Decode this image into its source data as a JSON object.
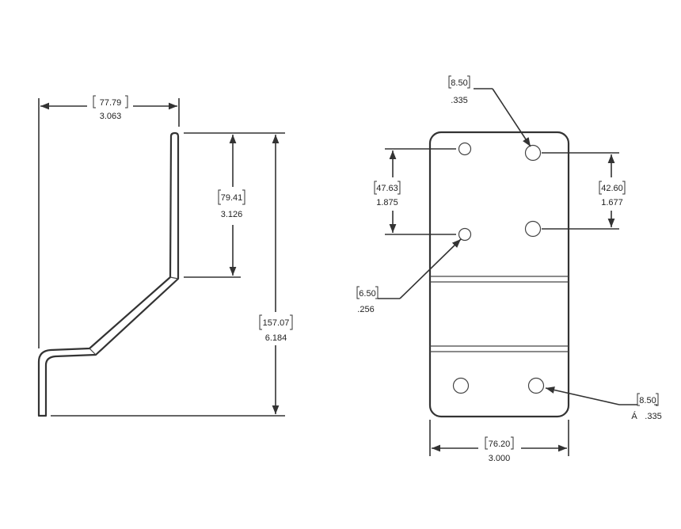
{
  "drawing": {
    "side_view": {
      "width": {
        "mm": "77.79",
        "in": "3.063"
      },
      "upper_height": {
        "mm": "79.41",
        "in": "3.126"
      },
      "total_height": {
        "mm": "157.07",
        "in": "6.184"
      }
    },
    "front_view": {
      "top_hole_dia": {
        "mm": "8.50",
        "in": ".335"
      },
      "left_hole_spacing": {
        "mm": "47.63",
        "in": "1.875"
      },
      "right_hole_spacing": {
        "mm": "42.60",
        "in": "1.677"
      },
      "small_hole_dia": {
        "mm": "6.50",
        "in": ".256"
      },
      "bottom_hole_dia": {
        "mm": "8.50",
        "in": ".335",
        "stray_mark": "Á"
      },
      "width": {
        "mm": "76.20",
        "in": "3.000"
      }
    }
  }
}
